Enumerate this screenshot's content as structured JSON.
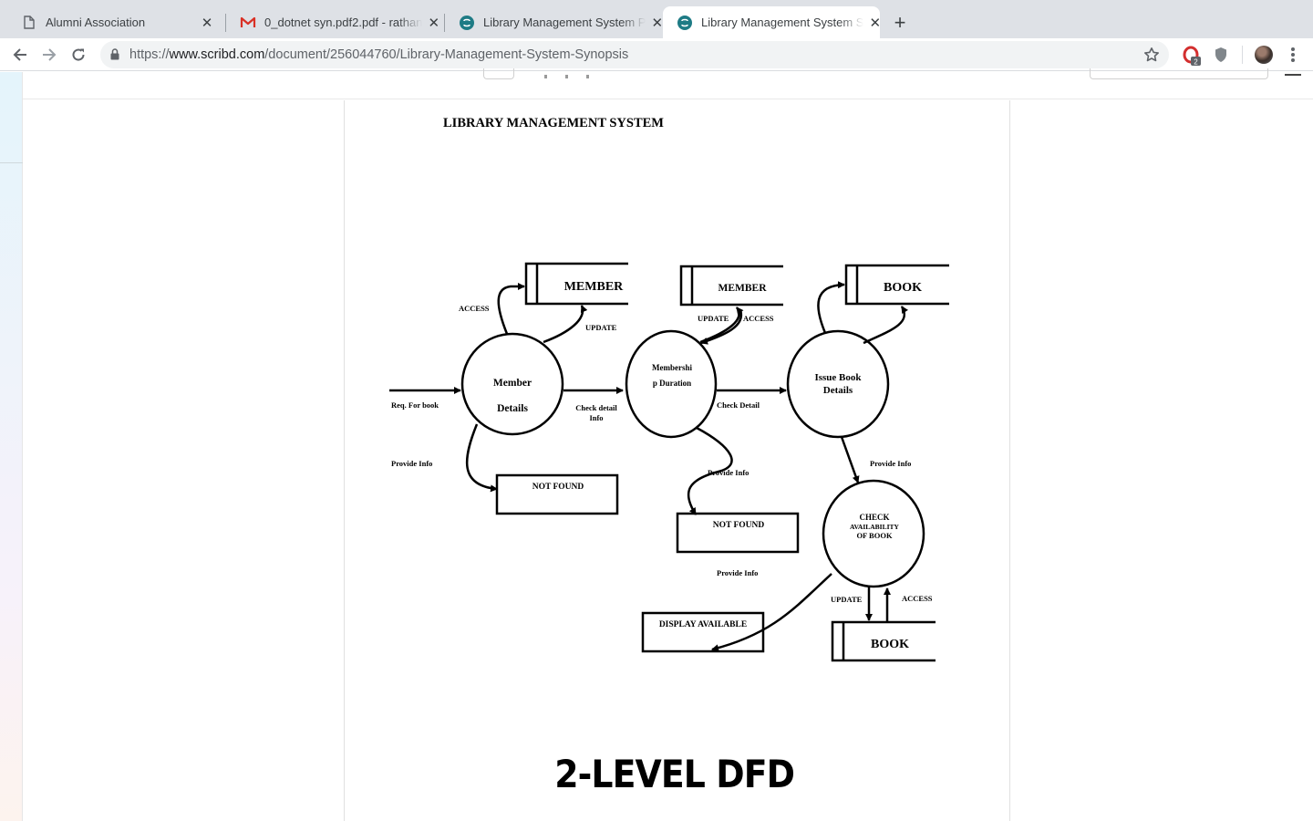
{
  "browser": {
    "tabs": [
      {
        "title": "Alumni Association",
        "favicon": "document-icon",
        "active": false
      },
      {
        "title": "0_dotnet syn.pdf2.pdf - rathan",
        "favicon": "gmail-icon",
        "active": false
      },
      {
        "title": "Library Management System P",
        "favicon": "scribd-icon",
        "active": false
      },
      {
        "title": "Library Management System S",
        "favicon": "scribd-icon",
        "active": true
      }
    ],
    "new_tab_label": "+",
    "close_label": "✕",
    "url_scheme": "https://",
    "url_host": "www.scribd.com",
    "url_path": "/document/256044760/Library-Management-System-Synopsis",
    "extension_badge": "2",
    "accent_color": "#1a73e8"
  },
  "document": {
    "title": "LIBRARY MANAGEMENT SYSTEM",
    "caption": "2-LEVEL DFD",
    "dfd": {
      "data_stores": {
        "member_1": "MEMBER",
        "member_2": "MEMBER",
        "book_1": "BOOK",
        "book_2": "BOOK",
        "not_found_1": "NOT FOUND",
        "not_found_2": "NOT FOUND",
        "display_available": "DISPLAY AVAILABLE"
      },
      "processes": {
        "member_details_line1": "Member",
        "member_details_line2": "Details",
        "membership_line1": "Membershi",
        "membership_line2": "p Duration",
        "issue_book_line1": "Issue Book",
        "issue_book_line2": "Details",
        "check_line1": "CHECK",
        "check_line2": "AVAILABILITY",
        "check_line3": "OF BOOK"
      },
      "flows": {
        "access_1": "ACCESS",
        "update_1": "UPDATE",
        "update_2": "UPDATE",
        "access_2": "ACCESS",
        "req_for_book": "Req. For  book",
        "check_detail_info_1": "Check detail",
        "check_detail_info_2": "Info",
        "check_detail": "Check Detail",
        "provide_info_1": "Provide Info",
        "provide_info_2": "Provide Info",
        "provide_info_3": "Provide Info",
        "provide_info_4": "Provide Info",
        "update_3": "UPDATE",
        "access_3": "ACCESS"
      }
    }
  }
}
